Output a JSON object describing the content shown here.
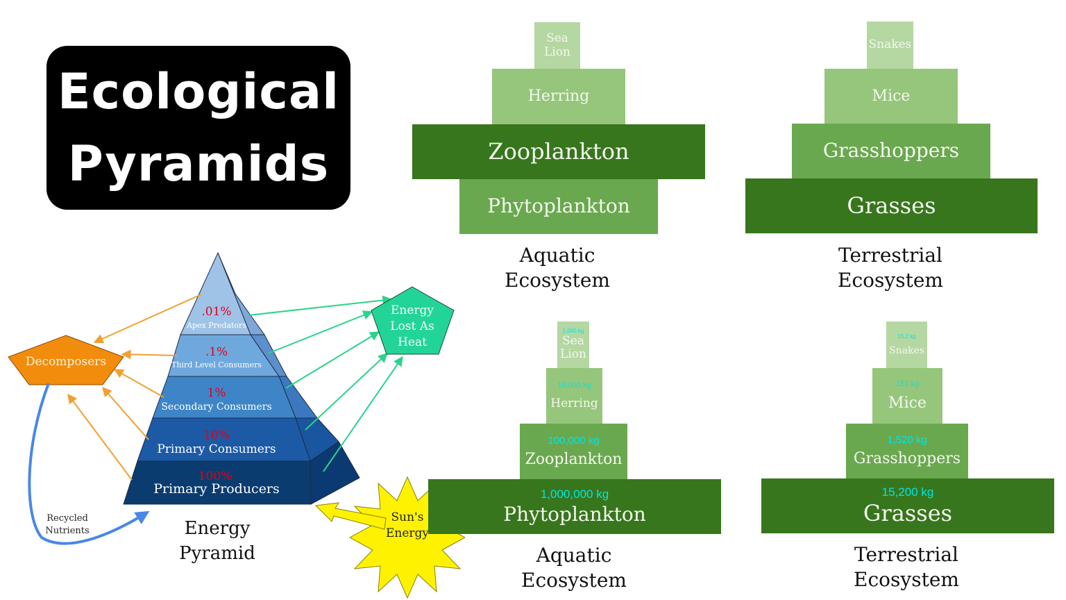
{
  "title": {
    "line1": "Ecological",
    "line2": "Pyramids"
  },
  "energy_pyramid": {
    "levels": [
      {
        "percent": ".01%",
        "label": "Apex Predators"
      },
      {
        "percent": ".1%",
        "label": "Third Level Consumers"
      },
      {
        "percent": "1%",
        "label": "Secondary Consumers"
      },
      {
        "percent": "10%",
        "label": "Primary Consumers"
      },
      {
        "percent": "100%",
        "label": "Primary Producers"
      }
    ],
    "caption_line1": "Energy",
    "caption_line2": "Pyramid",
    "decomposers": "Decomposers",
    "heat_line1": "Energy",
    "heat_line2": "Lost As",
    "heat_line3": "Heat",
    "sun_line1": "Sun's",
    "sun_line2": "Energy",
    "recycled_line1": "Recycled",
    "recycled_line2": "Nutrients"
  },
  "aquatic_numbers": {
    "tiers": [
      "Sea",
      "Lion",
      "Herring",
      "Zooplankton",
      "Phytoplankton"
    ],
    "caption_line1": "Aquatic",
    "caption_line2": "Ecosystem"
  },
  "terrestrial_numbers": {
    "tiers": [
      "Snakes",
      "Mice",
      "Grasshoppers",
      "Grasses"
    ],
    "caption_line1": "Terrestrial",
    "caption_line2": "Ecosystem"
  },
  "aquatic_biomass": {
    "tiers": [
      {
        "mass": "1,000 kg",
        "name1": "Sea",
        "name2": "Lion"
      },
      {
        "mass": "10,000 kg",
        "name1": "Herring"
      },
      {
        "mass": "100,000 kg",
        "name1": "Zooplankton"
      },
      {
        "mass": "1,000,000 kg",
        "name1": "Phytoplankton"
      }
    ],
    "caption_line1": "Aquatic",
    "caption_line2": "Ecosystem"
  },
  "terrestrial_biomass": {
    "tiers": [
      {
        "mass": "15.2 kg",
        "name1": "Snakes"
      },
      {
        "mass": "152 kg",
        "name1": "Mice"
      },
      {
        "mass": "1,520 kg",
        "name1": "Grasshoppers"
      },
      {
        "mass": "15,200 kg",
        "name1": "Grasses"
      }
    ],
    "caption_line1": "Terrestrial",
    "caption_line2": "Ecosystem"
  },
  "colors": {
    "green_light": "#b5d7a2",
    "green_mid": "#96c67b",
    "green_base": "#6aa84f",
    "green_dark": "#38761d",
    "decomposer_orange": "#f28c0c",
    "heat_green": "#23d498",
    "sun_yellow": "#fff200",
    "percent_red": "#e0001a"
  }
}
